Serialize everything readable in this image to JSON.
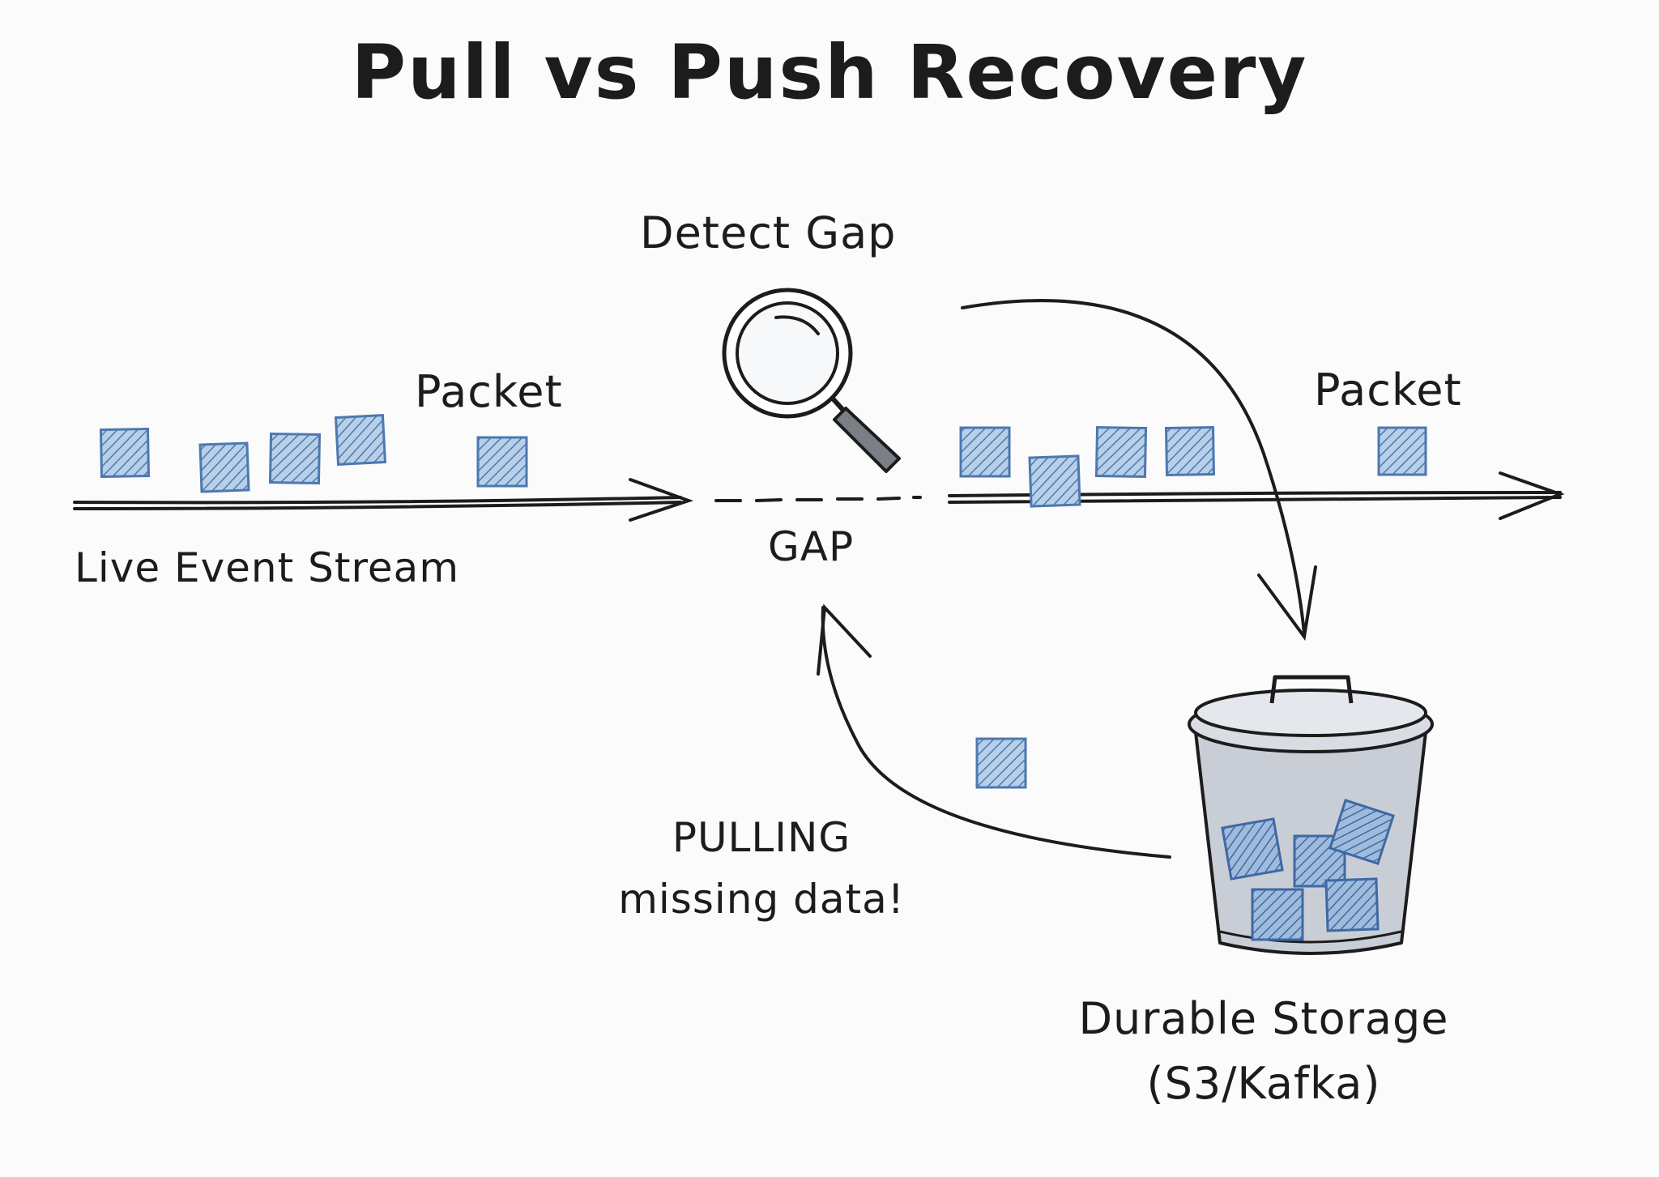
{
  "diagram": {
    "title": "Pull vs Push Recovery",
    "detect_gap_label": "Detect Gap",
    "packet_label_left": "Packet",
    "packet_label_right": "Packet",
    "stream_label": "Live Event Stream",
    "gap_label": "GAP",
    "pulling_label": "PULLING missing data!",
    "storage_label": "Durable Storage (S3/Kafka)",
    "colors": {
      "ink": "#1c1c1c",
      "packet_fill": "#a9c4e0",
      "packet_stroke": "#4d78b0",
      "bucket_fill": "#c9ced6"
    }
  }
}
